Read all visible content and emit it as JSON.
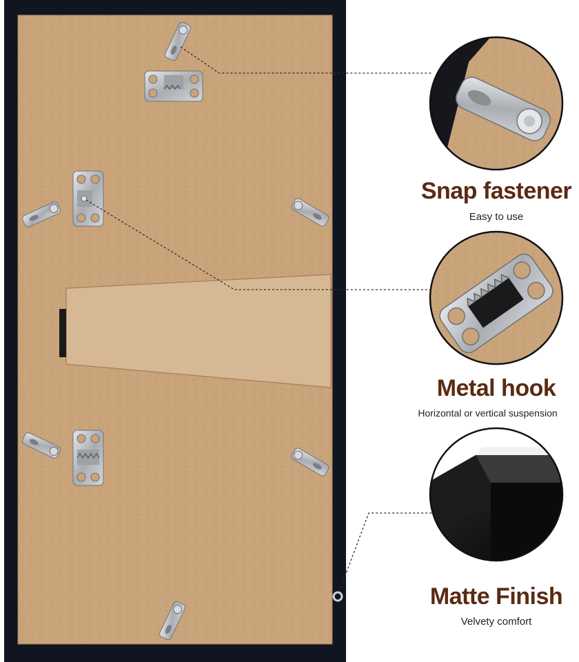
{
  "colors": {
    "frame": "#111522",
    "backboard": "#c9a37a",
    "title": "#5a2a14",
    "metal": "#b9bcc0",
    "callout_line": "#3a2a20"
  },
  "features": [
    {
      "title": "Snap fastener",
      "subtitle": "Easy to use",
      "icon": "snap-fastener-closeup"
    },
    {
      "title": "Metal hook",
      "subtitle": "Horizontal or vertical suspension",
      "icon": "sawtooth-hook-closeup"
    },
    {
      "title": "Matte Finish",
      "subtitle": "Velvety comfort",
      "icon": "matte-corner-closeup"
    }
  ]
}
